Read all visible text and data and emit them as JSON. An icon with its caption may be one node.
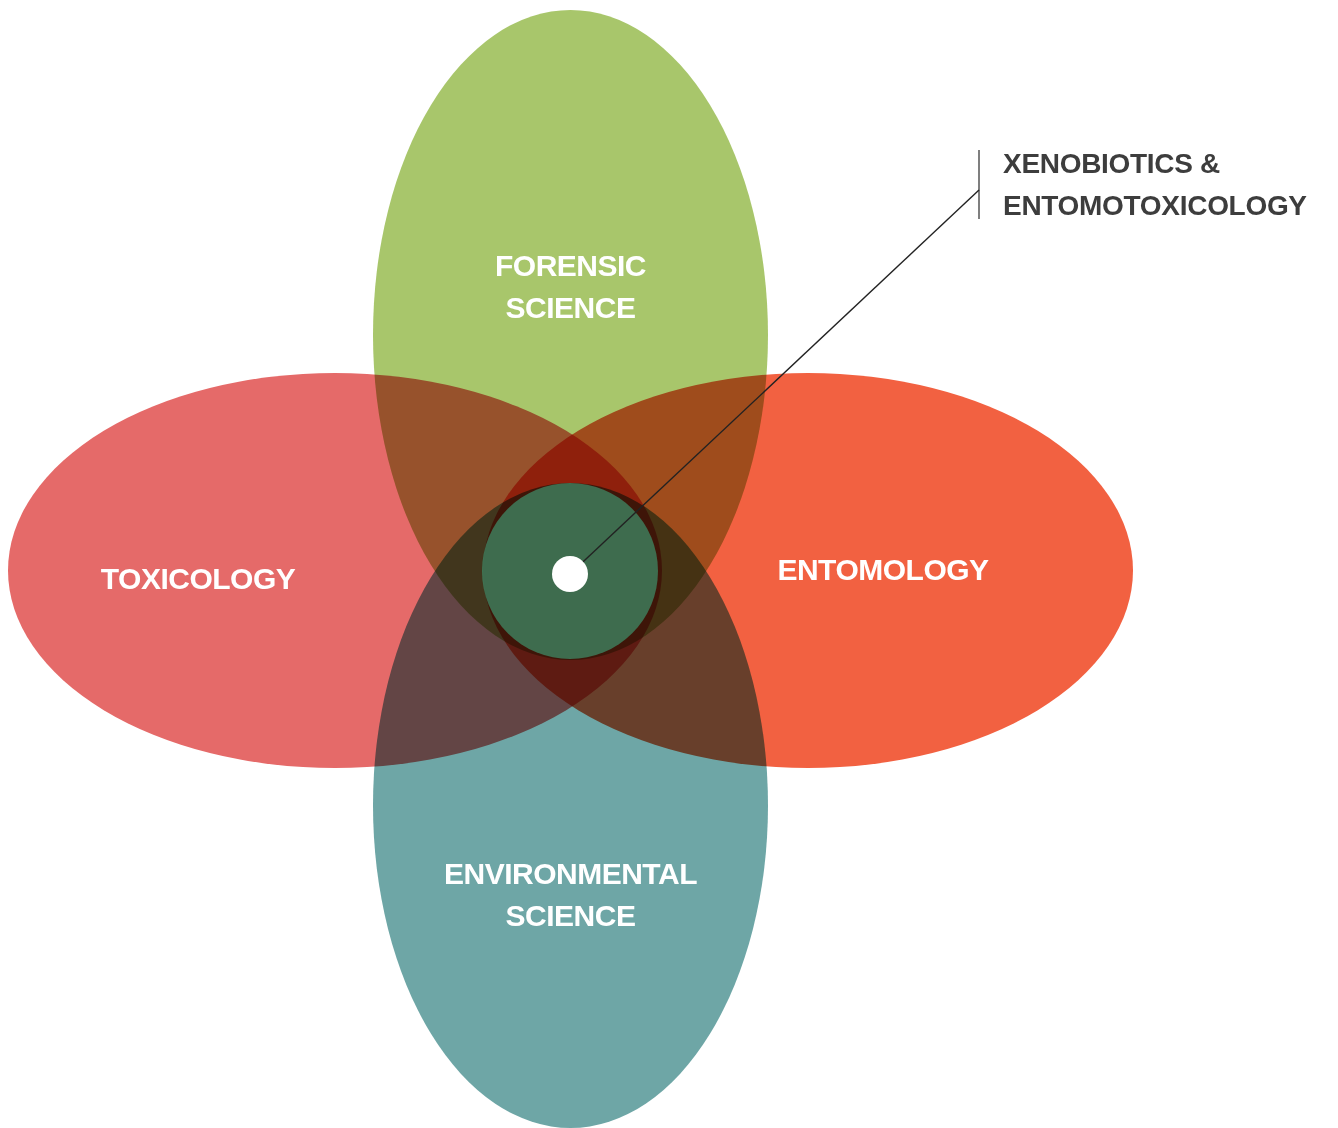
{
  "diagram": {
    "nodes": [
      {
        "text": [
          "FORENSIC SCIENCE"
        ]
      },
      {
        "text": [
          "TOXICOLOGY"
        ]
      },
      {
        "text": [
          "ENTOMOLOGY"
        ]
      },
      {
        "text": [
          "ENVIRONMENTAL SCIENCE"
        ]
      },
      {
        "text": [
          "XENOBIOTICS & ENTOMOTOXICOLOGY"
        ]
      },
      {
        "text": [],
        "shape": "circle"
      }
    ],
    "edges": [
      {
        "from": 4,
        "to": 5,
        "arrow": "none"
      }
    ]
  }
}
